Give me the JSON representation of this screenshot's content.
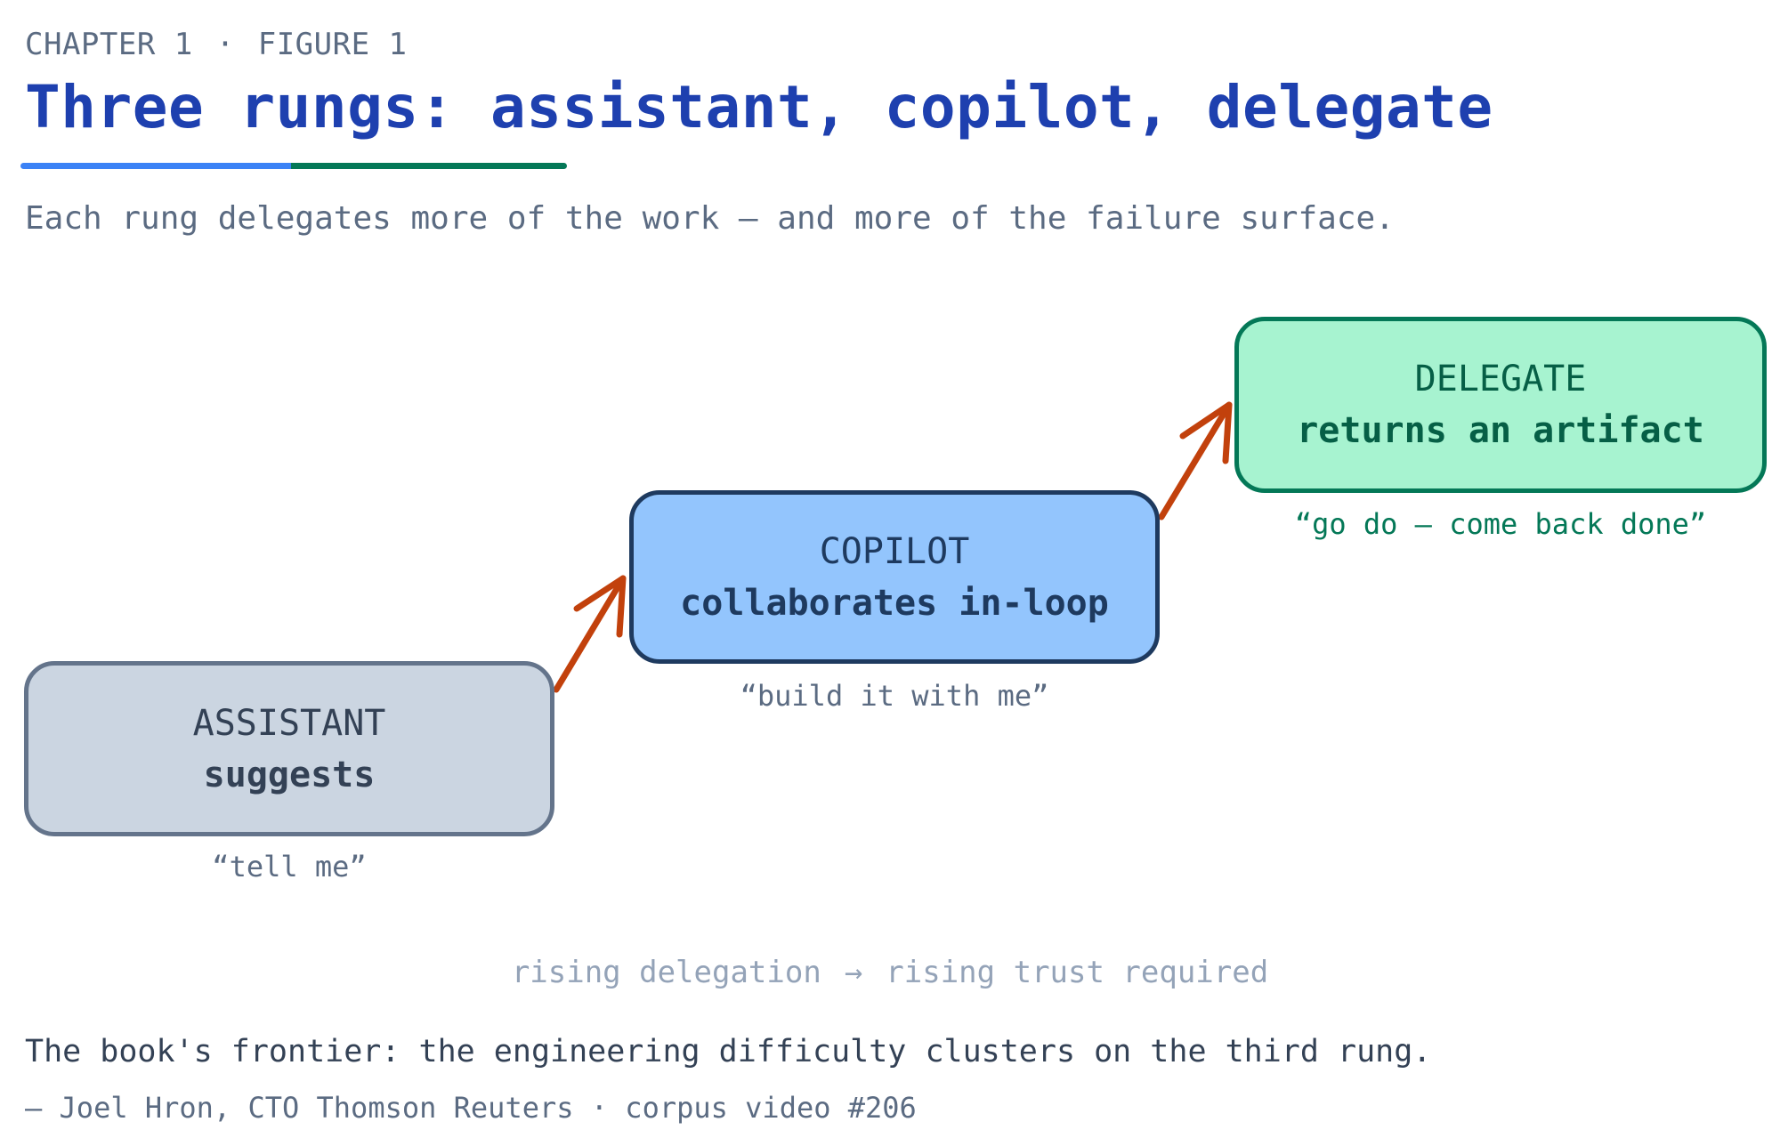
{
  "header": {
    "chapter": "CHAPTER 1",
    "separator": "·",
    "figure": "FIGURE 1",
    "title": "Three rungs: assistant, copilot, delegate",
    "subtitle": "Each rung delegates more of the work — and more of the failure surface."
  },
  "rungs": [
    {
      "name": "ASSISTANT",
      "role": "suggests",
      "quote": "“tell me”"
    },
    {
      "name": "COPILOT",
      "role": "collaborates in-loop",
      "quote": "“build it with me”"
    },
    {
      "name": "DELEGATE",
      "role": "returns an artifact",
      "quote": "“go do — come back done”"
    }
  ],
  "scale": {
    "left": "rising delegation",
    "arrow": "→",
    "right": "rising trust required"
  },
  "footer": {
    "note": "The book's frontier: the engineering difficulty clusters on the third rung.",
    "attribution": "— Joel Hron, CTO Thomson Reuters · corpus video #206"
  },
  "colors": {
    "title": "#1e40af",
    "arrow": "#c2410c",
    "assistant_fill": "#cbd5e1",
    "copilot_fill": "#93c5fd",
    "delegate_fill": "#a7f3d0",
    "delegate_border": "#047857"
  }
}
